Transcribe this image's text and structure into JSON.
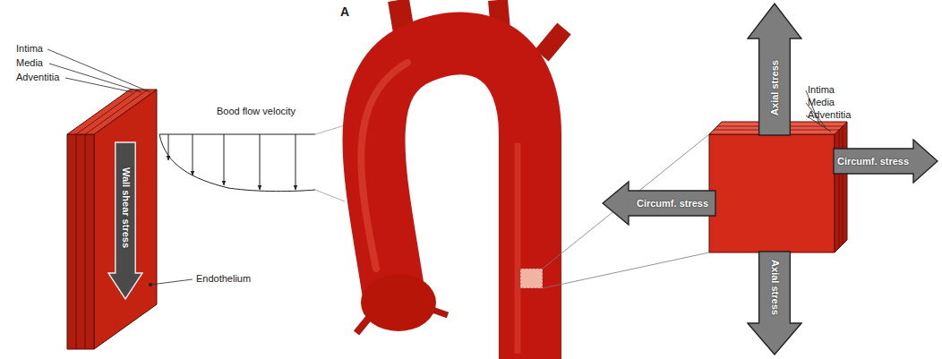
{
  "diagram": {
    "nodes": [
      {
        "text": [
          "Wall shear stress"
        ]
      },
      {
        "text": [
          "Axial stress"
        ]
      },
      {
        "text": [
          "Circumf. stress"
        ]
      },
      {
        "text": [
          "Circumf. stress"
        ]
      },
      {
        "text": [
          "Axial stress"
        ]
      }
    ],
    "labels": [
      "Intima",
      "Media",
      "Adventitia",
      "Bood flow velocity",
      "Endothelium",
      "A",
      "Intima",
      "Media",
      "Adventitia"
    ]
  }
}
